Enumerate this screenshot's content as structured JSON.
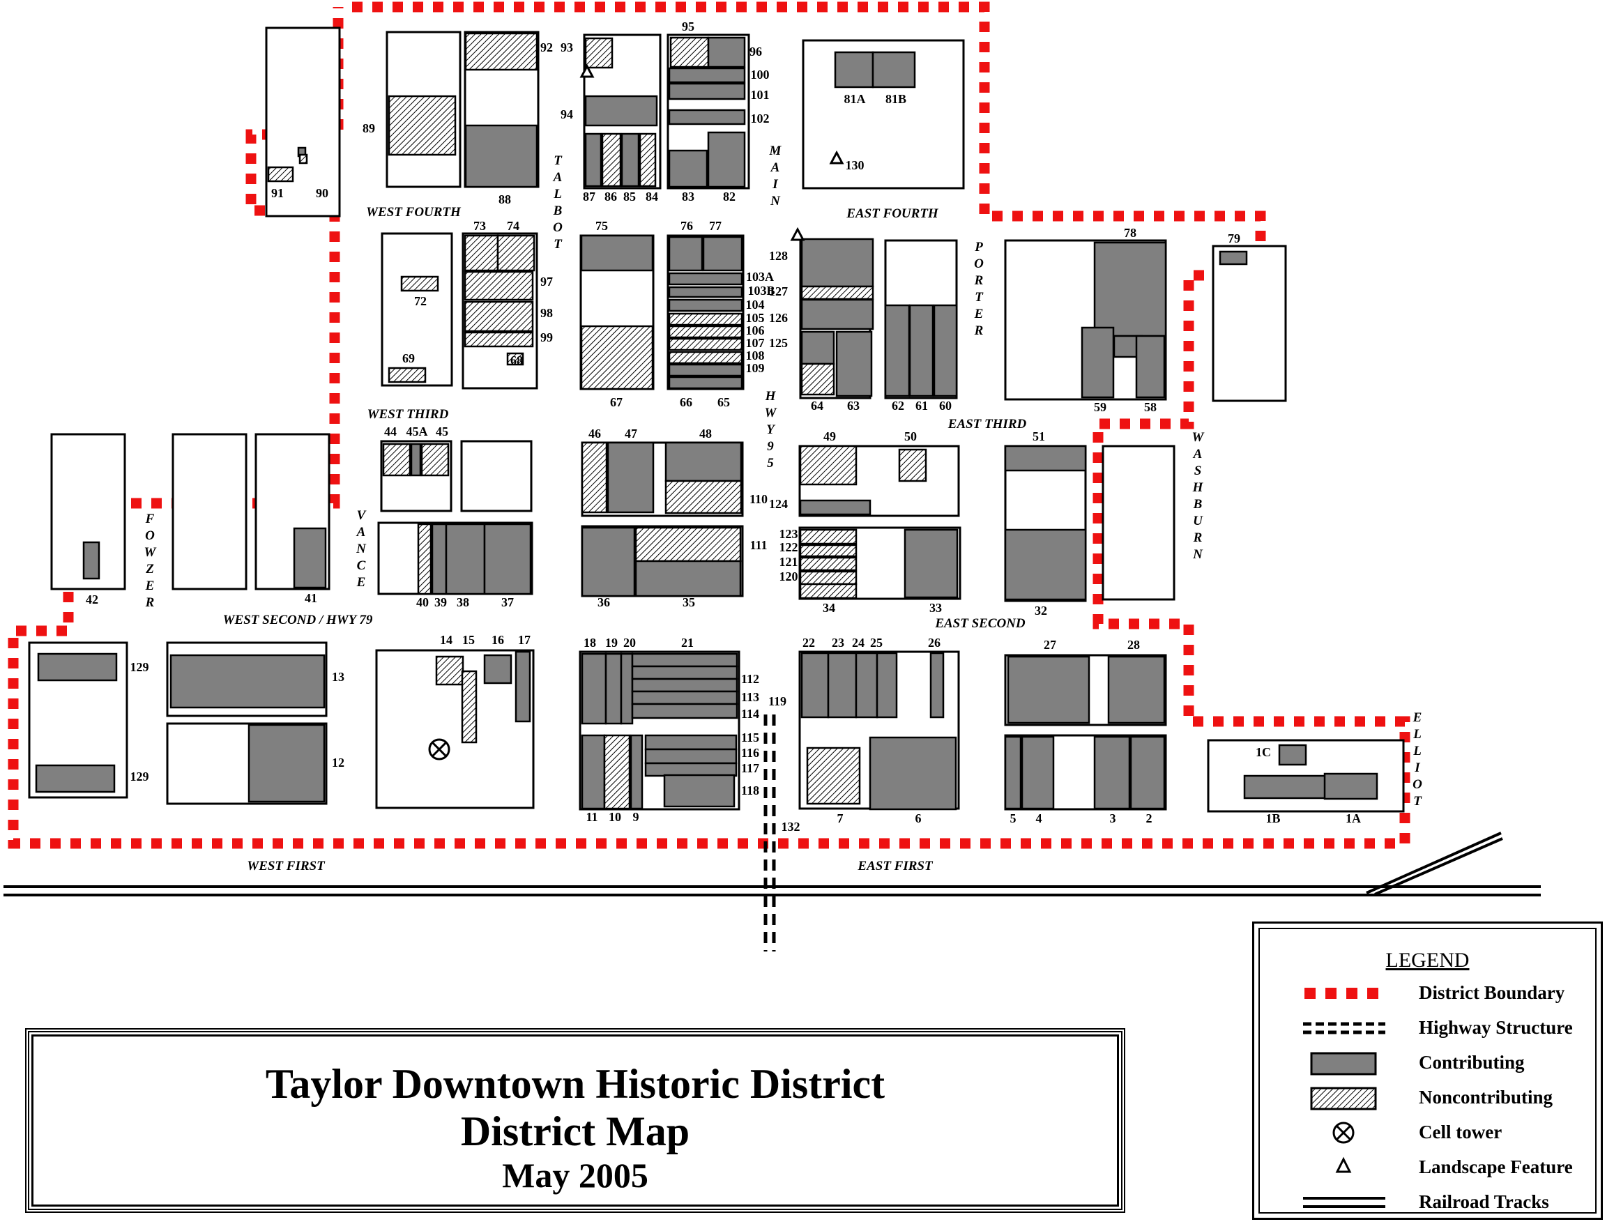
{
  "title": {
    "line1": "Taylor Downtown Historic District",
    "line2": "District Map",
    "line3": "May 2005"
  },
  "legend": {
    "heading": "LEGEND",
    "items": [
      {
        "symbol": "district-boundary",
        "label": "District Boundary"
      },
      {
        "symbol": "highway-structure",
        "label": "Highway Structure"
      },
      {
        "symbol": "contributing",
        "label": "Contributing"
      },
      {
        "symbol": "noncontributing",
        "label": "Noncontributing"
      },
      {
        "symbol": "cell-tower",
        "label": "Cell tower"
      },
      {
        "symbol": "landscape-feature",
        "label": "Landscape Feature"
      },
      {
        "symbol": "railroad-tracks",
        "label": "Railroad Tracks"
      }
    ]
  },
  "colors": {
    "boundary": "#ee1111",
    "contributing": "#808080",
    "outline": "#000000",
    "background": "#ffffff"
  },
  "streets": {
    "west_fourth": "WEST FOURTH",
    "east_fourth": "EAST FOURTH",
    "west_third": "WEST THIRD",
    "east_third": "EAST THIRD",
    "west_second": "WEST SECOND / HWY 79",
    "east_second": "EAST SECOND",
    "west_first": "WEST FIRST",
    "east_first": "EAST FIRST",
    "talbot": "TALBOT",
    "main": "MAIN",
    "porter": "PORTER",
    "hwy95": "HWY 95",
    "vance": "VANCE",
    "fowzer": "FOWZER",
    "washburn": "WASHBURN",
    "elliot": "ELLIOT"
  },
  "property_numbers": [
    "1A",
    "1B",
    "1C",
    "2",
    "3",
    "4",
    "5",
    "6",
    "7",
    "9",
    "10",
    "11",
    "12",
    "13",
    "14",
    "15",
    "16",
    "17",
    "18",
    "19",
    "20",
    "21",
    "22",
    "23",
    "24",
    "25",
    "26",
    "27",
    "28",
    "32",
    "33",
    "34",
    "35",
    "36",
    "37",
    "38",
    "39",
    "40",
    "41",
    "42",
    "44",
    "45A",
    "45",
    "46",
    "47",
    "48",
    "49",
    "50",
    "51",
    "58",
    "59",
    "60",
    "61",
    "62",
    "63",
    "64",
    "65",
    "66",
    "67",
    "68",
    "69",
    "72",
    "73",
    "74",
    "75",
    "76",
    "77",
    "78",
    "79",
    "81A",
    "81B",
    "82",
    "83",
    "84",
    "85",
    "86",
    "87",
    "88",
    "89",
    "90",
    "91",
    "92",
    "93",
    "94",
    "95",
    "96",
    "97",
    "98",
    "99",
    "100",
    "101",
    "102",
    "103A",
    "103B",
    "104",
    "105",
    "106",
    "107",
    "108",
    "109",
    "110",
    "111",
    "112",
    "113",
    "114",
    "115",
    "116",
    "117",
    "118",
    "119",
    "120",
    "121",
    "122",
    "123",
    "124",
    "125",
    "126",
    "127",
    "128",
    "129",
    "130",
    "132"
  ]
}
